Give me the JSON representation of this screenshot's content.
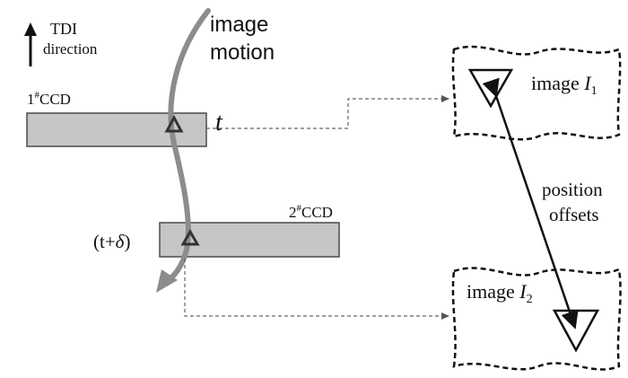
{
  "tdi_label": {
    "line1": "TDI",
    "line2": "direction"
  },
  "motion_label": {
    "line1": "image",
    "line2": "motion"
  },
  "ccd1": {
    "label_num": "1",
    "label_sup": "#",
    "label_text": "CCD",
    "time_label": "t"
  },
  "ccd2": {
    "label_num": "2",
    "label_sup": "#",
    "label_text": "CCD",
    "time_prefix": "(t+",
    "time_delta": "δ",
    "time_suffix": ")"
  },
  "image1": {
    "word": "image ",
    "symbol": "I",
    "subscript": "1"
  },
  "image2": {
    "word": "image ",
    "symbol": "I",
    "subscript": "2"
  },
  "offset_label": {
    "line1": "position",
    "line2": "offsets"
  },
  "colors": {
    "ccd_fill": "#c6c6c6",
    "ccd_stroke": "#4a4a4a",
    "motion_curve": "#8c8c8c",
    "ink": "#111111",
    "dashed": "#666666"
  }
}
